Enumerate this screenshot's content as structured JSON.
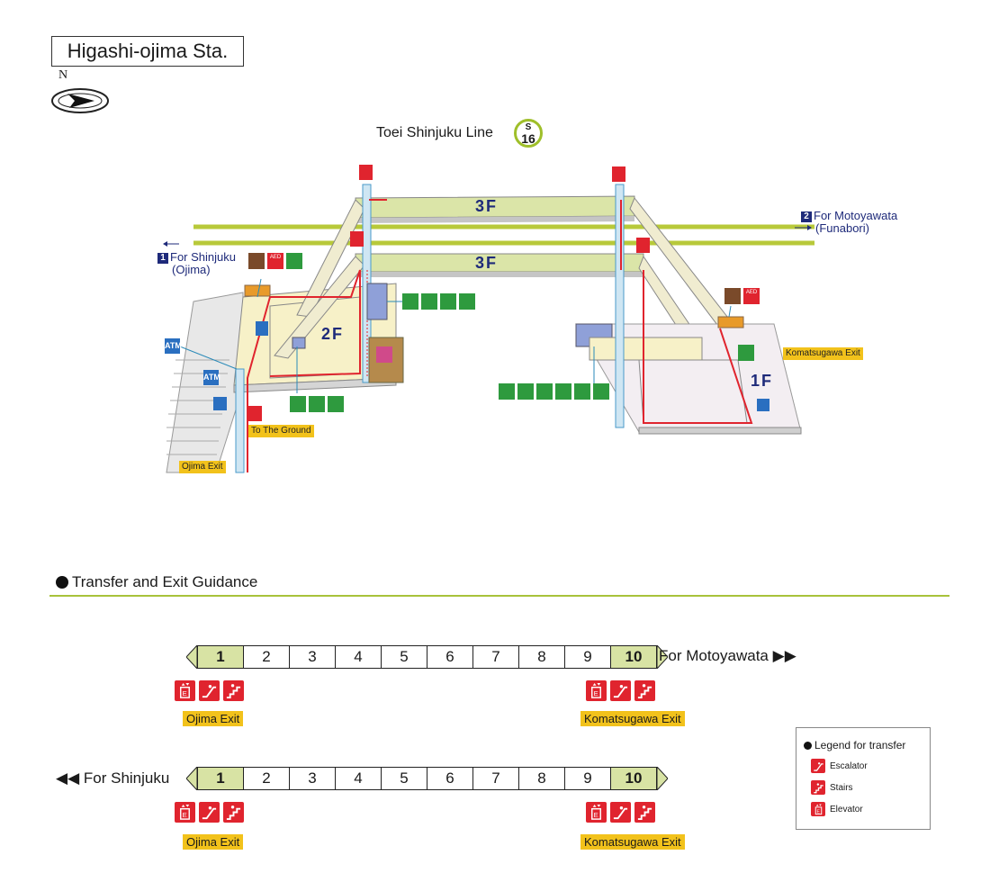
{
  "station": {
    "name": "Higashi-ojima Sta.",
    "compass_label": "N"
  },
  "line": {
    "name": "Toei Shinjuku Line",
    "code_letter": "S",
    "code_number": "16",
    "color": "#9fbf2a"
  },
  "map": {
    "floors": {
      "upper_left": "3F",
      "upper_right": "3F",
      "middle": "2F",
      "ground": "1F"
    },
    "directions": {
      "motoyawata": {
        "num": "2",
        "label": "For Motoyawata",
        "sub": "(Funabori)"
      },
      "shinjuku": {
        "num": "1",
        "label": "For Shinjuku",
        "sub": "(Ojima)"
      }
    },
    "exits": {
      "ojima": "Ojima Exit",
      "komatsugawa": "Komatsugawa Exit",
      "to_ground": "To The Ground"
    },
    "atm_label": "ATM",
    "aed_label": "AED"
  },
  "guidance": {
    "title": "Transfer and Exit Guidance",
    "cars": [
      "1",
      "2",
      "3",
      "4",
      "5",
      "6",
      "7",
      "8",
      "9",
      "10"
    ],
    "highlight_cars": [
      "1",
      "10"
    ],
    "motoyawata_label": "For Motoyawata",
    "shinjuku_label": "For Shinjuku",
    "exit_left": "Ojima Exit",
    "exit_right": "Komatsugawa Exit"
  },
  "legend": {
    "title": "Legend for transfer",
    "items": [
      {
        "label": "Escalator",
        "icon": "escalator-icon"
      },
      {
        "label": "Stairs",
        "icon": "stairs-icon"
      },
      {
        "label": "Elevator",
        "icon": "elevator-icon"
      }
    ]
  },
  "colors": {
    "accent_red": "#e0242e",
    "exit_yellow": "#f2c21b",
    "navy": "#1e2a7a",
    "line_green": "#9fbf2a",
    "facility_green": "#2e9a3e"
  }
}
